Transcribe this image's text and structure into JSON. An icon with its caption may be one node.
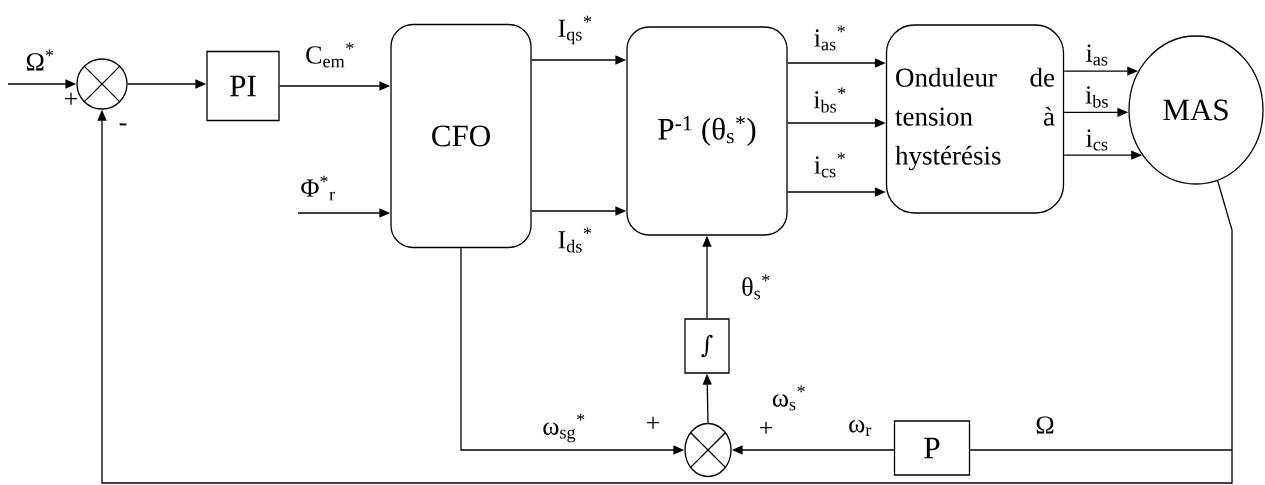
{
  "diagram": {
    "nodes": [
      {
        "text": [],
        "shape": "circle"
      },
      {
        "text": [
          "PI"
        ]
      },
      {
        "text": [
          "CFO"
        ]
      },
      {
        "text": [
          "P$^{-1}$ (θ$_{s}$$^{*}$)"
        ]
      },
      {
        "text": [
          "Onduleur de tension à hystérésis"
        ]
      },
      {
        "text": [
          "MAS"
        ]
      },
      {
        "text": [
          "∫"
        ]
      },
      {
        "text": [],
        "shape": "circle"
      },
      {
        "text": [
          "P"
        ]
      }
    ],
    "edges": [
      {
        "from": null,
        "to": 0,
        "arrow": "to",
        "label": "Ω$^{*}$"
      },
      {
        "from": 0,
        "to": 1,
        "arrow": "to"
      },
      {
        "from": 1,
        "to": 2,
        "arrow": "to",
        "label": "C$_{em}$$^{*}$"
      },
      {
        "from": null,
        "to": 2,
        "arrow": "to",
        "label": "Φ$^{*}$$_{r}$"
      },
      {
        "from": 2,
        "to": 3,
        "arrow": "to",
        "label": "I$_{qs}$$^{*}$"
      },
      {
        "from": 2,
        "to": 3,
        "arrow": "to",
        "label": "I$_{ds}$$^{*}$"
      },
      {
        "from": 3,
        "to": 4,
        "arrow": "to",
        "label": "i$_{as}$$^{*}$"
      },
      {
        "from": 3,
        "to": 4,
        "arrow": "to",
        "label": "i$_{bs}$$^{*}$"
      },
      {
        "from": 3,
        "to": 4,
        "arrow": "to",
        "label": "i$_{cs}$$^{*}$"
      },
      {
        "from": 4,
        "to": 5,
        "arrow": "to",
        "label": "i$_{as}$"
      },
      {
        "from": 4,
        "to": 5,
        "arrow": "to",
        "label": "i$_{bs}$"
      },
      {
        "from": 4,
        "to": 5,
        "arrow": "to",
        "label": "i$_{cs}$"
      },
      {
        "from": 5,
        "to": 8,
        "arrow": "none",
        "label": "Ω"
      },
      {
        "from": 8,
        "to": 7,
        "arrow": "to",
        "label": "ω$_{r}$"
      },
      {
        "from": 2,
        "to": 7,
        "arrow": "to",
        "label": "ω$_{sg}$$^{*}$"
      },
      {
        "from": 7,
        "to": 6,
        "arrow": "to",
        "label": "ω$_{s}$$^{*}$"
      },
      {
        "from": 6,
        "to": 3,
        "arrow": "to",
        "label": "θ$_{s}$$^{*}$"
      },
      {
        "from": 5,
        "to": 0,
        "arrow": "to"
      }
    ],
    "labels": [
      "+",
      "-",
      "+",
      "+"
    ]
  }
}
